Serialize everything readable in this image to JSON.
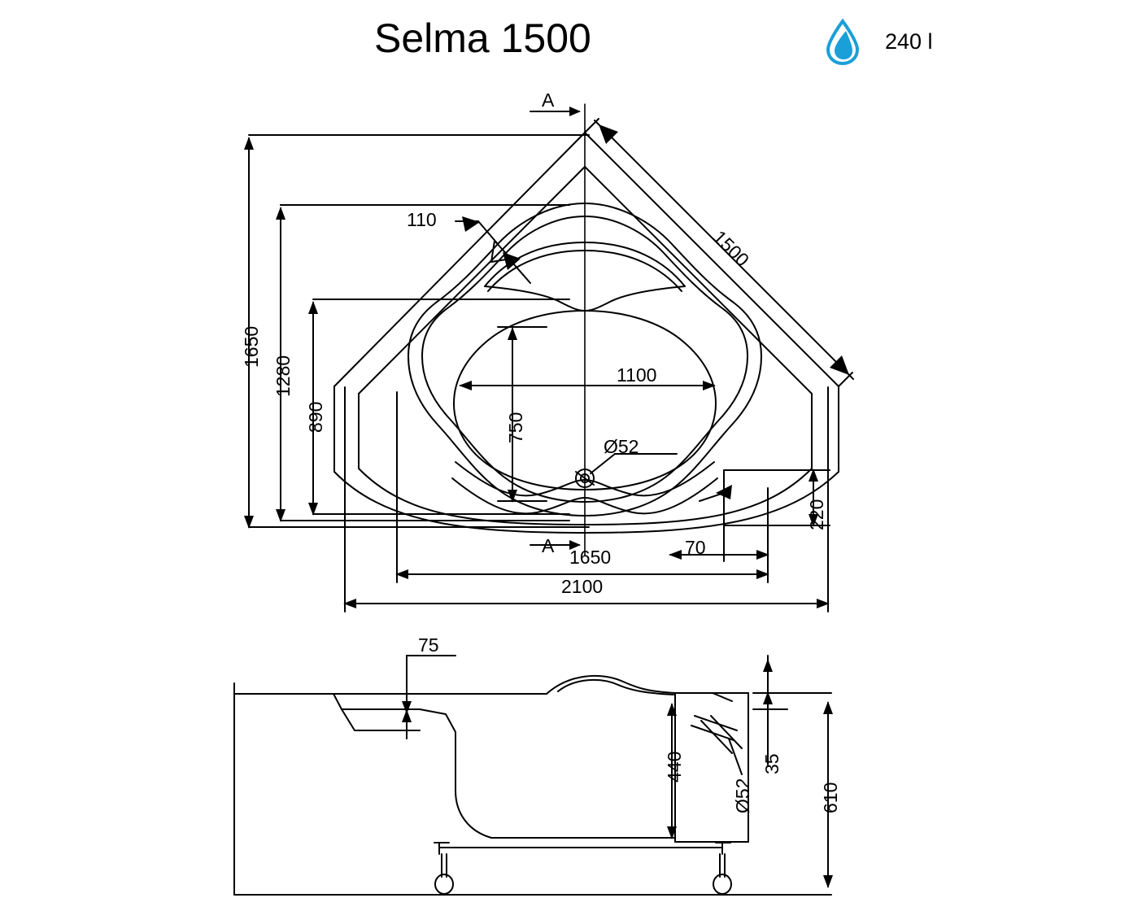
{
  "header": {
    "title": "Selma 1500",
    "volume_label": "240 l",
    "drop_icon": "water-drop-icon",
    "drop_color": "#1b9fd8"
  },
  "diagram": {
    "stroke_color": "#000000",
    "views": [
      {
        "name": "top-view",
        "section_marks": [
          "A",
          "A"
        ]
      },
      {
        "name": "side-view"
      }
    ]
  },
  "dimensions": {
    "top_view": [
      {
        "id": "dim-1650-vertical",
        "value": "1650",
        "orientation": "vertical"
      },
      {
        "id": "dim-1280-vertical",
        "value": "1280",
        "orientation": "vertical"
      },
      {
        "id": "dim-890-vertical",
        "value": "890",
        "orientation": "vertical"
      },
      {
        "id": "dim-110-leader",
        "value": "110",
        "orientation": "horizontal"
      },
      {
        "id": "dim-1500-diagonal",
        "value": "1500",
        "orientation": "diagonal"
      },
      {
        "id": "dim-1100-horizontal",
        "value": "1100",
        "orientation": "horizontal"
      },
      {
        "id": "dim-750-vertical",
        "value": "750",
        "orientation": "vertical"
      },
      {
        "id": "dim-d52-top",
        "value": "Ø52",
        "orientation": "leader"
      },
      {
        "id": "dim-220-vertical",
        "value": "220",
        "orientation": "vertical"
      },
      {
        "id": "dim-70-horizontal",
        "value": "70",
        "orientation": "horizontal"
      },
      {
        "id": "dim-1650-horizontal",
        "value": "1650",
        "orientation": "horizontal"
      },
      {
        "id": "dim-2100-horizontal",
        "value": "2100",
        "orientation": "horizontal"
      }
    ],
    "side_view": [
      {
        "id": "dim-75-vertical",
        "value": "75",
        "orientation": "vertical"
      },
      {
        "id": "dim-440-vertical",
        "value": "440",
        "orientation": "vertical"
      },
      {
        "id": "dim-35-vertical",
        "value": "35",
        "orientation": "vertical"
      },
      {
        "id": "dim-610-vertical",
        "value": "610",
        "orientation": "vertical"
      },
      {
        "id": "dim-d52-side",
        "value": "Ø52",
        "orientation": "leader"
      }
    ]
  },
  "section_labels": {
    "top": "A",
    "bottom": "A"
  }
}
